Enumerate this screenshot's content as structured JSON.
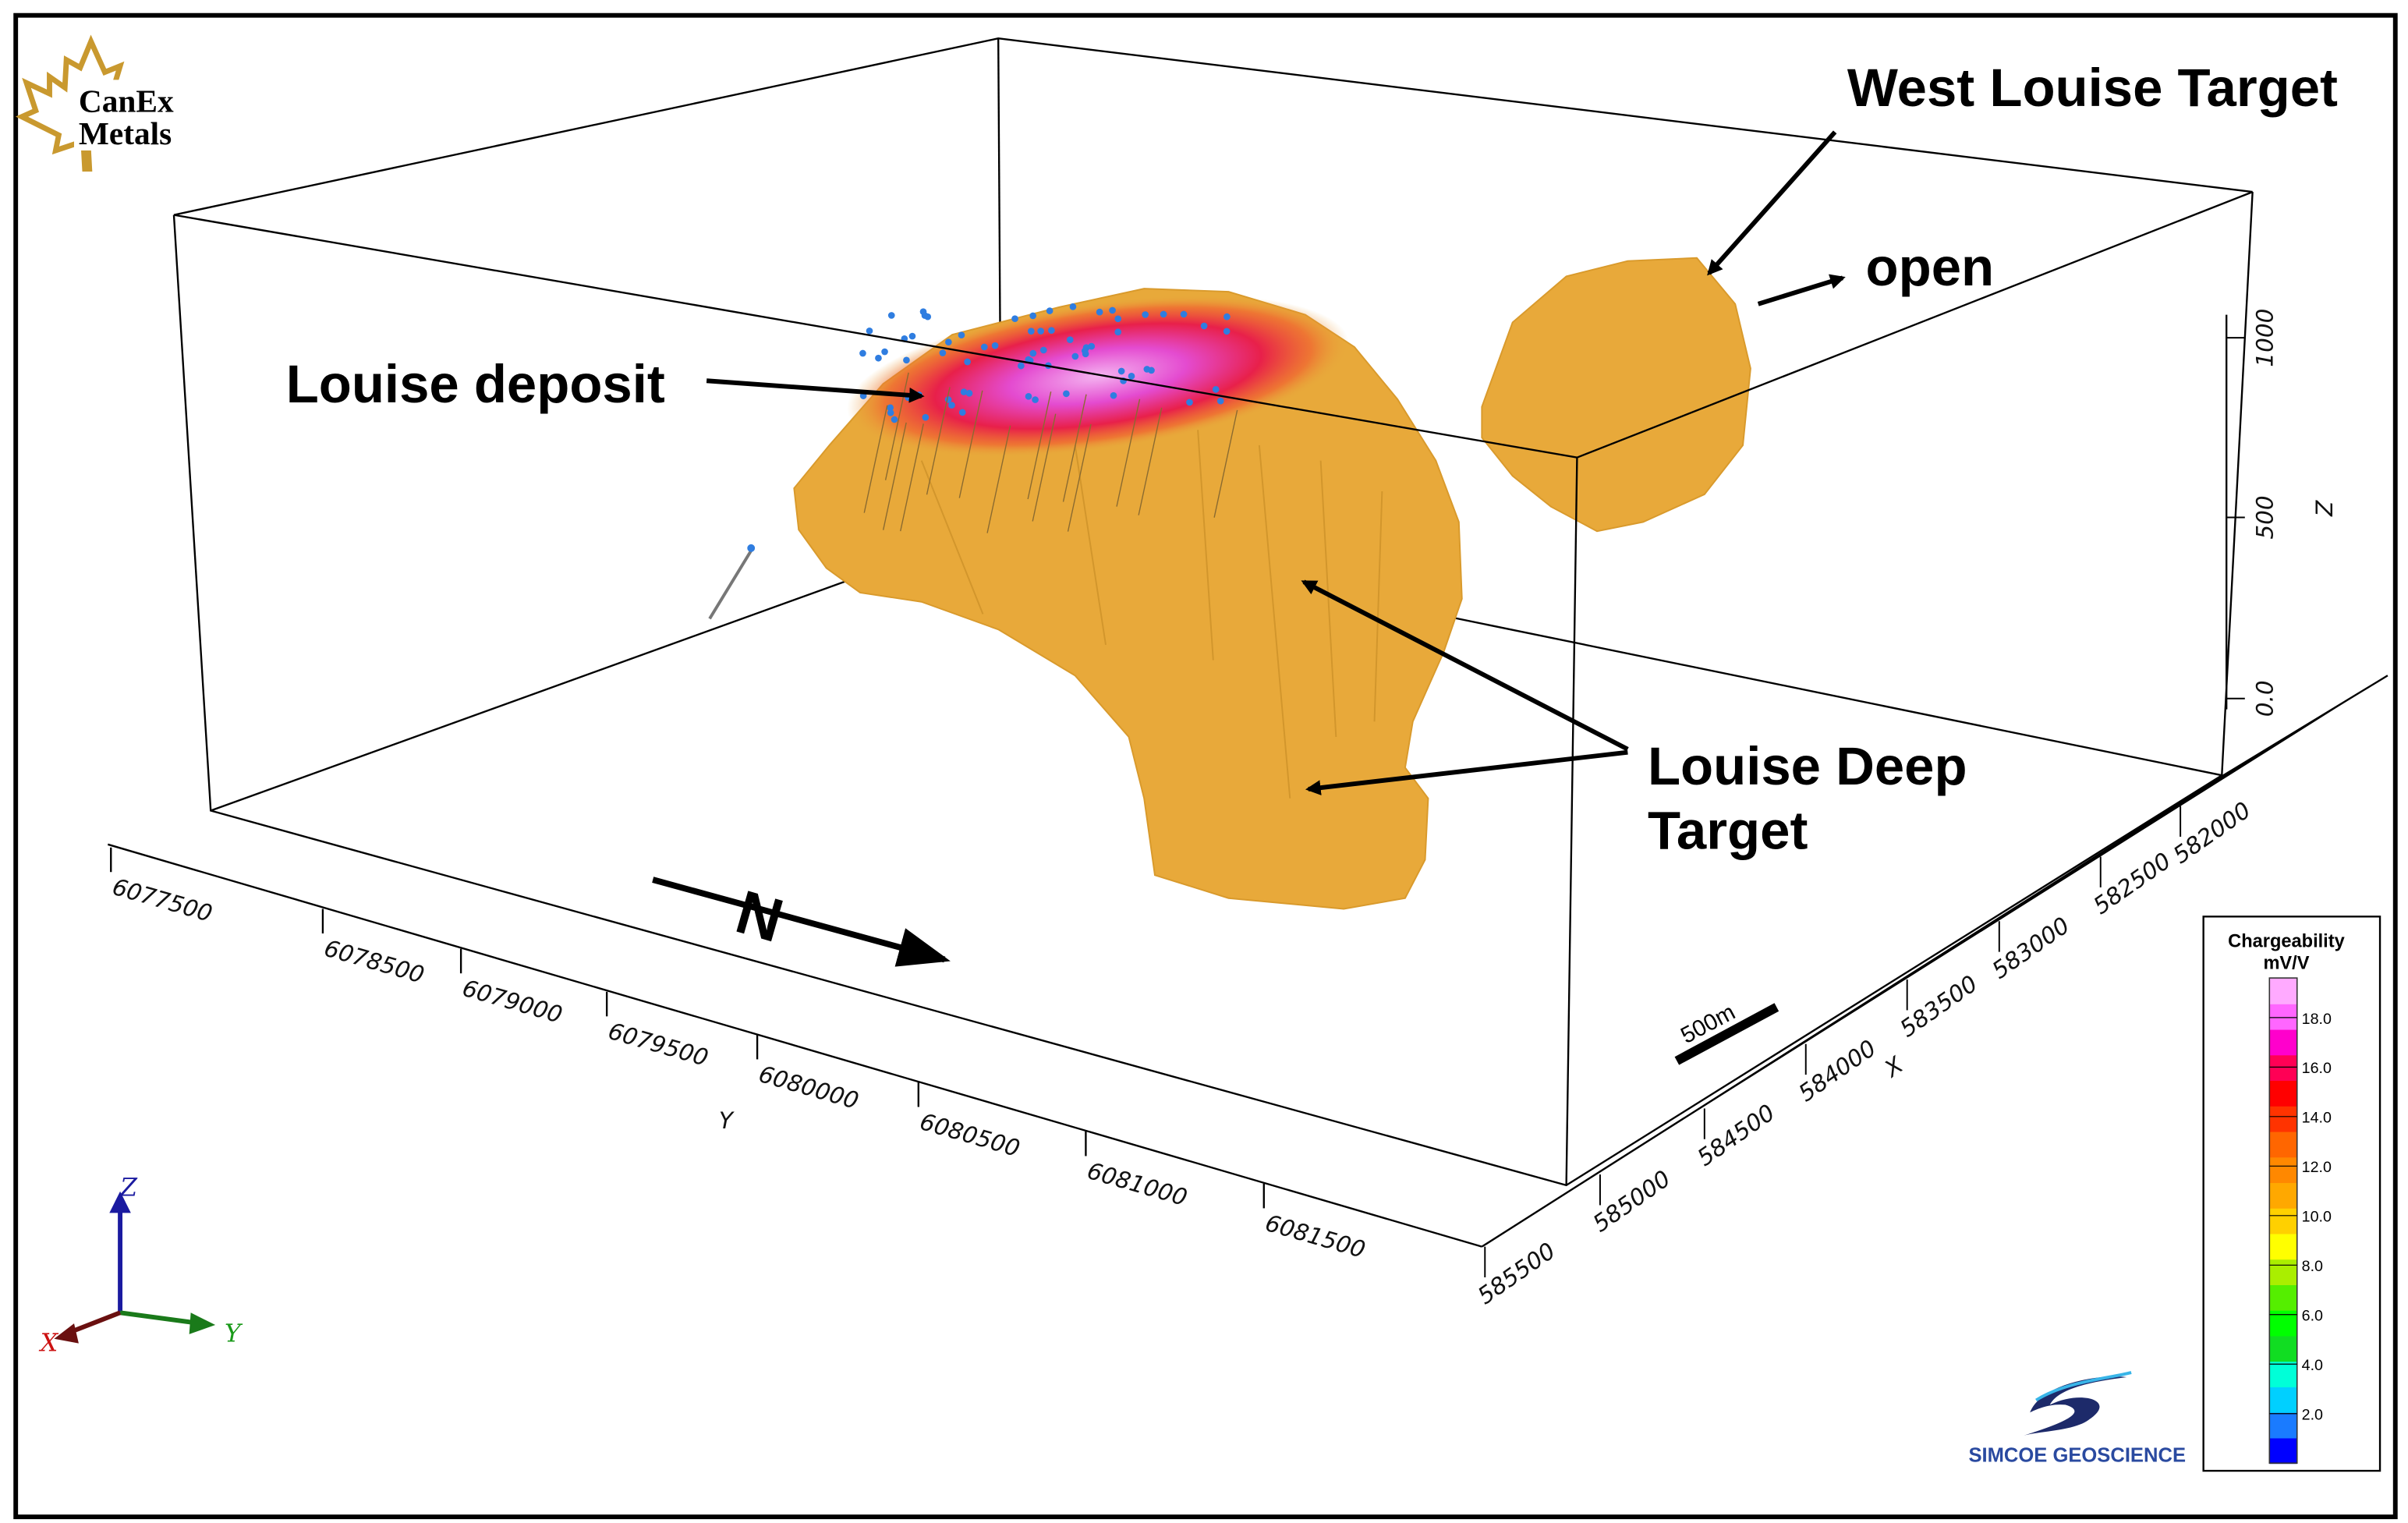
{
  "logo": {
    "line1": "CanEx",
    "line2": "Metals",
    "color": "#c9992f"
  },
  "annotations": {
    "louise_deposit": "Louise deposit",
    "west_louise": "West Louise Target",
    "open": "open",
    "louise_deep_line1": "Louise Deep",
    "louise_deep_line2": "Target"
  },
  "axes": {
    "y_label": "Y",
    "y_ticks": [
      "6077500",
      "6078500",
      "6079000",
      "6079500",
      "6080000",
      "6080500",
      "6081000",
      "6081500"
    ],
    "x_label": "X",
    "x_ticks": [
      "585500",
      "585000",
      "584500",
      "584000",
      "583500",
      "583000",
      "582500",
      "582000"
    ],
    "z_label": "Z",
    "z_ticks": [
      "0.0",
      "500",
      "1000"
    ]
  },
  "north_arrow": {
    "label": "N"
  },
  "scale_bar": {
    "label": "500m"
  },
  "triad": {
    "x": "X",
    "y": "Y",
    "z": "Z",
    "x_color": "#cc1111",
    "y_color": "#1a9a1a",
    "z_color": "#1a1aa0"
  },
  "legend": {
    "title": "Chargeability",
    "unit": "mV/V",
    "ticks": [
      "18.0",
      "16.0",
      "14.0",
      "12.0",
      "10.0",
      "8.0",
      "6.0",
      "4.0",
      "2.0"
    ],
    "range": [
      0,
      19.6
    ],
    "colors": [
      "#0000ff",
      "#1a7bff",
      "#00d0ff",
      "#00ffd8",
      "#11dd22",
      "#00ff00",
      "#55ee00",
      "#aaee00",
      "#ffff00",
      "#ffd000",
      "#ffa800",
      "#ff8800",
      "#ff6600",
      "#ff3300",
      "#ff0000",
      "#ff0055",
      "#ff00cc",
      "#ff66ff",
      "#ffaaff"
    ]
  },
  "credit": {
    "text": "SIMCOE GEOSCIENCE",
    "color": "#2a4aa0"
  },
  "body_color": "#e8a93a"
}
